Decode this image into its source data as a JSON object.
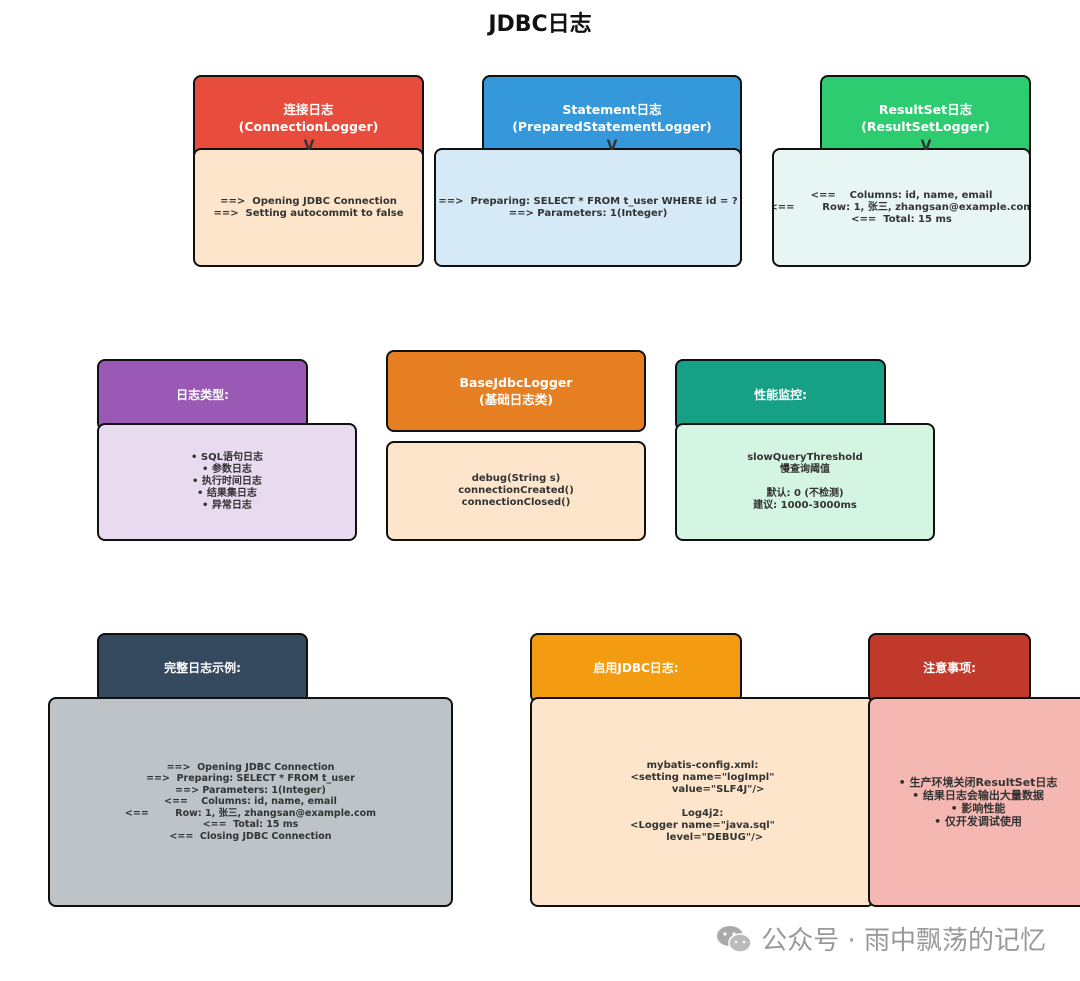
{
  "title": "JDBC日志",
  "row1": [
    {
      "header": "连接日志\n(ConnectionLogger)",
      "body": "==>  Opening JDBC Connection\n==>  Setting autocommit to false",
      "color": "#e74c3c",
      "bg": "#fde5cb"
    },
    {
      "header": "Statement日志\n(PreparedStatementLogger)",
      "body": "==>  Preparing: SELECT * FROM t_user WHERE id = ?\n==> Parameters: 1(Integer)",
      "color": "#3498db",
      "bg": "#d6e9f7"
    },
    {
      "header": "ResultSet日志\n(ResultSetLogger)",
      "body": "<==    Columns: id, name, email\n<==        Row: 1, 张三, zhangsan@example.com\n<==  Total: 15 ms",
      "color": "#2ecc71",
      "bg": "#e8f6f3"
    }
  ],
  "row2": [
    {
      "header": "日志类型:",
      "body": "• SQL语句日志\n• 参数日志\n• 执行时间日志\n• 结果集日志\n• 异常日志",
      "color": "#9b59b6",
      "bg": "#e8daef"
    },
    {
      "header": "BaseJdbcLogger\n(基础日志类)",
      "body": "debug(String s)\nconnectionCreated()\nconnectionClosed()",
      "color": "#e67e22",
      "bg": "#fde5cb"
    },
    {
      "header": "性能监控:",
      "body": "slowQueryThreshold\n慢查询阈值\n\n默认: 0 (不检测)\n建议: 1000-3000ms",
      "color": "#16a085",
      "bg": "#d5f5e3"
    }
  ],
  "row3": [
    {
      "header": "完整日志示例:",
      "body": "==>  Opening JDBC Connection\n==>  Preparing: SELECT * FROM t_user\n==> Parameters: 1(Integer)\n<==    Columns: id, name, email\n<==        Row: 1, 张三, zhangsan@example.com\n<==  Total: 15 ms\n<==  Closing JDBC Connection",
      "color": "#34495e",
      "bg": "#bdc3c7"
    },
    {
      "header": "启用JDBC日志:",
      "body": "mybatis-config.xml:\n<setting name=\"logImpl\"\n         value=\"SLF4J\"/>\n\nLog4j2:\n<Logger name=\"java.sql\"\n       level=\"DEBUG\"/>",
      "color": "#f39c12",
      "bg": "#fde5cb"
    },
    {
      "header": "注意事项:",
      "body": "• 生产环境关闭ResultSet日志\n• 结果日志会输出大量数据\n• 影响性能\n• 仅开发调试使用",
      "color": "#c0392b",
      "bg": "#f5b7b1"
    }
  ],
  "watermark": "公众号 · 雨中飘荡的记忆"
}
